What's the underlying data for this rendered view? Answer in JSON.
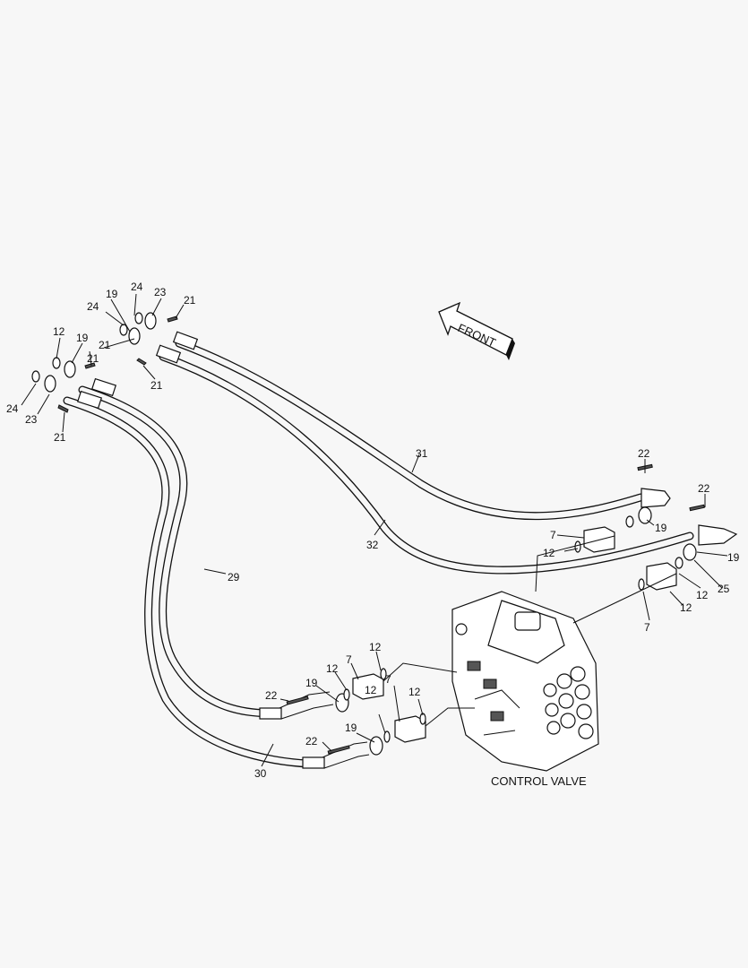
{
  "diagram": {
    "arrow_label": "FRONT",
    "component_label": "CONTROL VALVE",
    "callouts": [
      "24",
      "19",
      "23",
      "21",
      "24",
      "21",
      "21",
      "12",
      "19",
      "21",
      "24",
      "23",
      "21",
      "31",
      "32",
      "29",
      "30",
      "22",
      "19",
      "7",
      "12",
      "22",
      "19",
      "12",
      "25",
      "12",
      "7",
      "12",
      "7",
      "12",
      "19",
      "22",
      "12",
      "7",
      "12",
      "19",
      "22"
    ]
  }
}
